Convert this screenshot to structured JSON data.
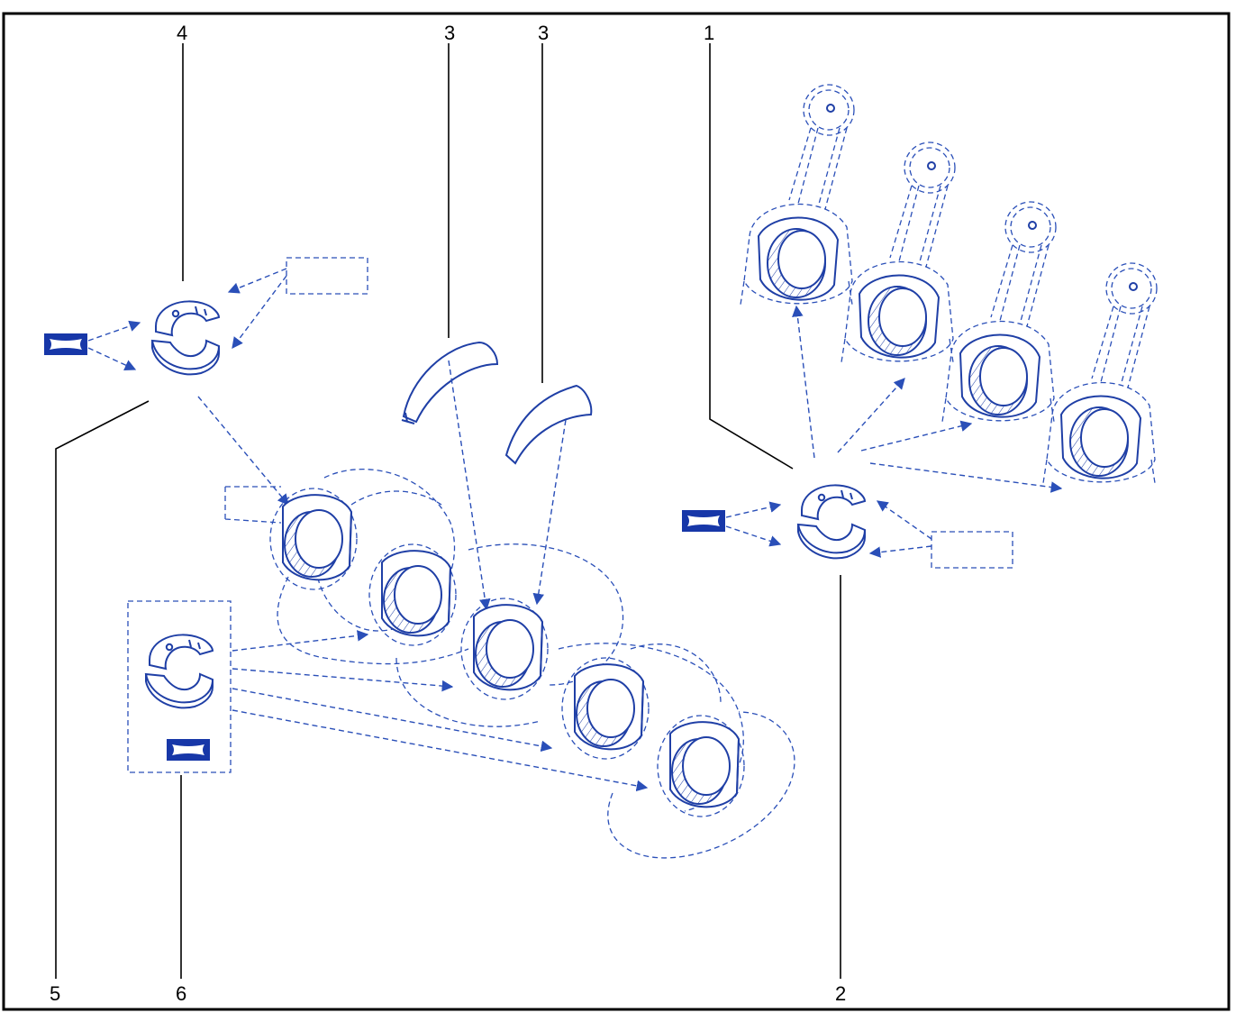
{
  "diagram": {
    "colors": {
      "line": "#1f3fa6",
      "frame": "#000000",
      "background": "#ffffff"
    },
    "callouts": {
      "c1": "1",
      "c2": "2",
      "c3a": "3",
      "c3b": "3",
      "c4": "4",
      "c5": "5",
      "c6": "6"
    },
    "icons": {
      "bearing_shell": "bearing-shell-icon",
      "selection_tag": "selection-tag-icon",
      "connecting_rod": "connecting-rod-icon",
      "thrust_washer": "thrust-washer-icon",
      "crankshaft": "crankshaft-icon"
    }
  }
}
